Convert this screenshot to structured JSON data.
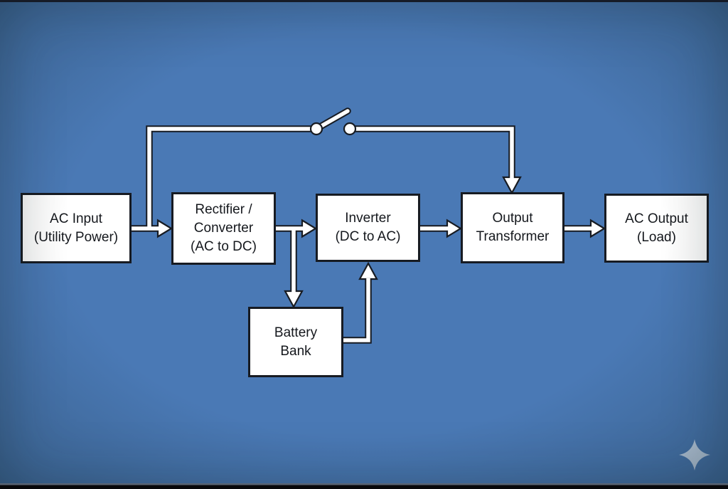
{
  "app": {
    "type": "block-diagram",
    "subject": "UPS (Uninterruptible Power Supply) power flow diagram",
    "colors": {
      "background": "#4a79b5",
      "box_fill": "#ffffff",
      "box_border": "#171b22",
      "wire_core": "#ffffff",
      "wire_outline": "#171b22",
      "text": "#15181d",
      "sparkle": "#c8d8ee",
      "bottom_bar": "#08080b"
    }
  },
  "diagram": {
    "boxes": {
      "ac_input": {
        "lines": [
          "AC Input",
          "(Utility Power)"
        ]
      },
      "rectifier": {
        "lines": [
          "Rectifier /",
          "Converter",
          "(AC to DC)"
        ]
      },
      "inverter": {
        "lines": [
          "Inverter",
          "(DC to AC)"
        ]
      },
      "output_transformer": {
        "lines": [
          "Output",
          "Transformer"
        ]
      },
      "ac_output": {
        "lines": [
          "AC Output",
          "(Load)"
        ]
      },
      "battery_bank": {
        "lines": [
          "Battery",
          "Bank"
        ]
      }
    },
    "connections": [
      {
        "from": "AC Input (Utility Power)",
        "to": "Rectifier / Converter (AC to DC)",
        "style": "arrow"
      },
      {
        "from": "Rectifier / Converter (AC to DC)",
        "to": "Inverter (DC to AC)",
        "style": "arrow"
      },
      {
        "from": "Inverter (DC to AC)",
        "to": "Output Transformer",
        "style": "arrow"
      },
      {
        "from": "Output Transformer",
        "to": "AC Output (Load)",
        "style": "arrow"
      },
      {
        "from": "Rectifier / Converter (AC to DC)",
        "to": "Battery Bank",
        "style": "arrow"
      },
      {
        "from": "Battery Bank",
        "to": "Inverter (DC to AC)",
        "style": "arrow"
      },
      {
        "from": "AC Input branch",
        "to": "Output Transformer",
        "style": "bypass arrow through open switch"
      }
    ],
    "switch": {
      "state": "open",
      "location": "top bypass line"
    }
  },
  "watermark": {
    "icon": "sparkle-icon"
  }
}
